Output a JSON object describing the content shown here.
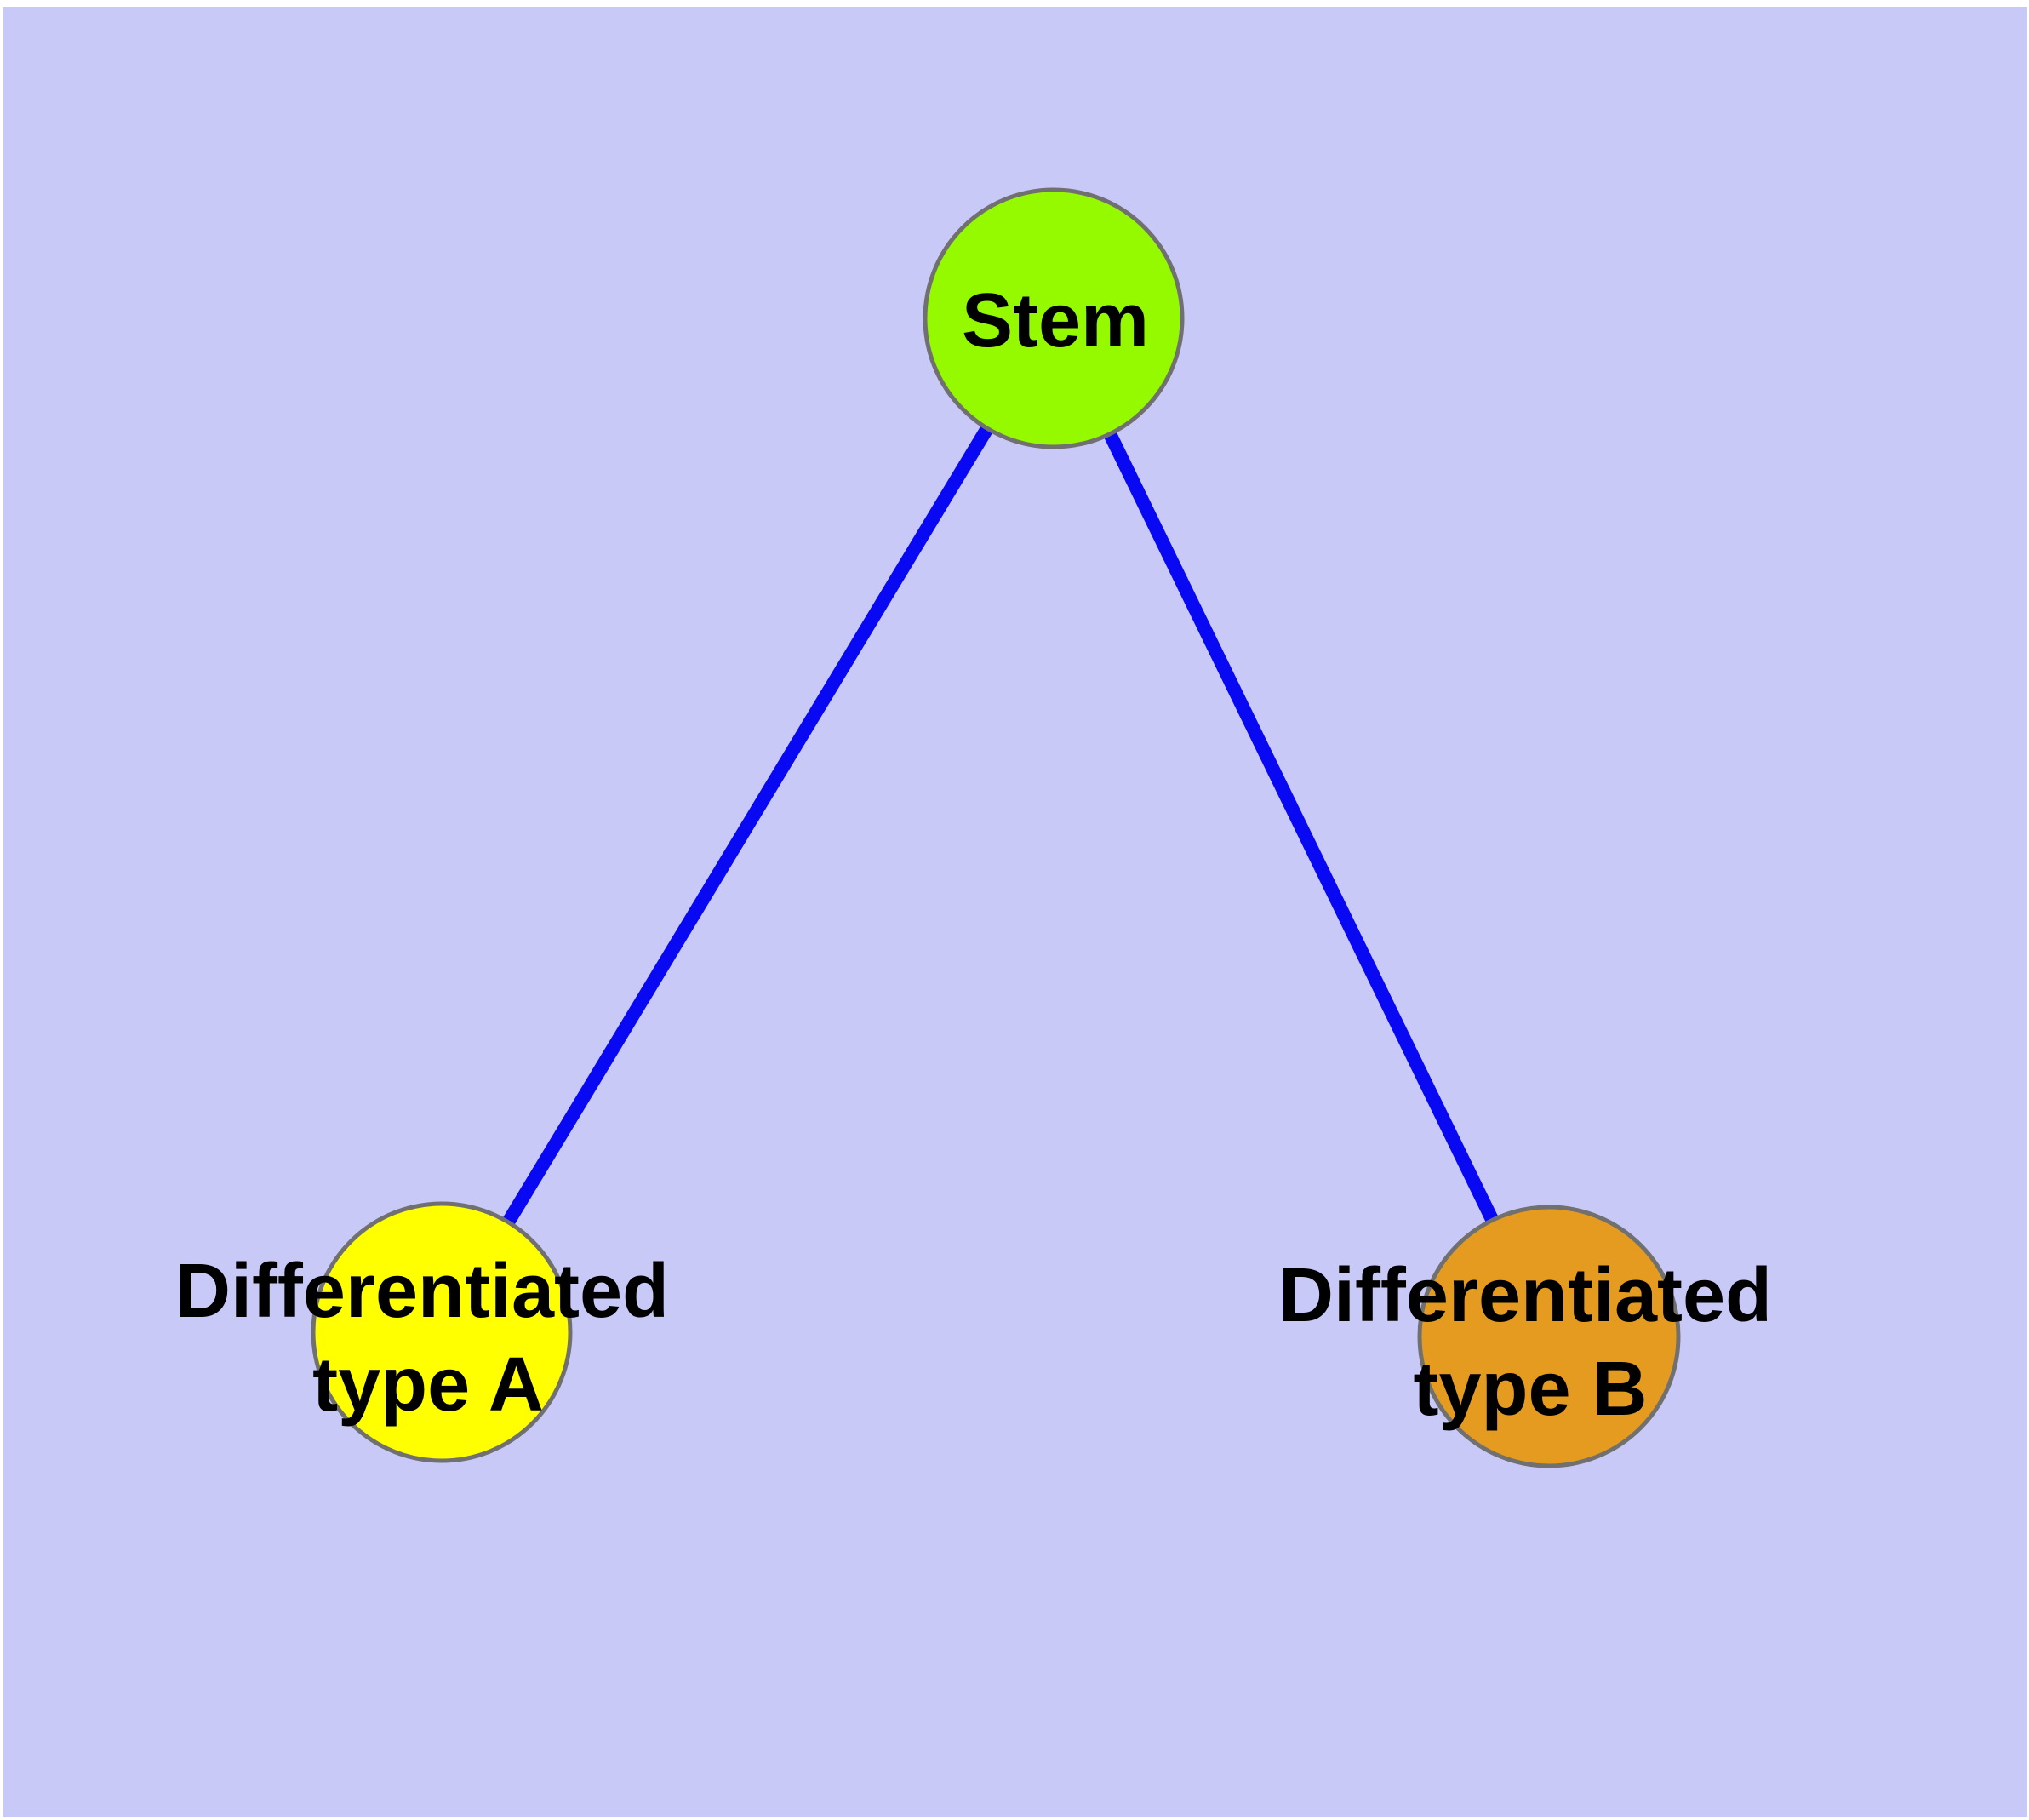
{
  "canvas": {
    "background_color": "#ffffff",
    "panel_color": "#c9c9f8"
  },
  "edges": {
    "color": "#0808f2",
    "items": [
      {
        "from": "Stem",
        "to": "Differentiated type A"
      },
      {
        "from": "Stem",
        "to": "Differentiated type B"
      }
    ]
  },
  "nodes": {
    "border_color": "#707070",
    "stem": {
      "label": "Stem",
      "fill": "#95f900"
    },
    "type_a": {
      "label_line1": "Differentiated",
      "label_line2": "type A",
      "fill": "#ffff00"
    },
    "type_b": {
      "label_line1": "Differentiated",
      "label_line2": "type B",
      "fill": "#e49b1f"
    }
  }
}
